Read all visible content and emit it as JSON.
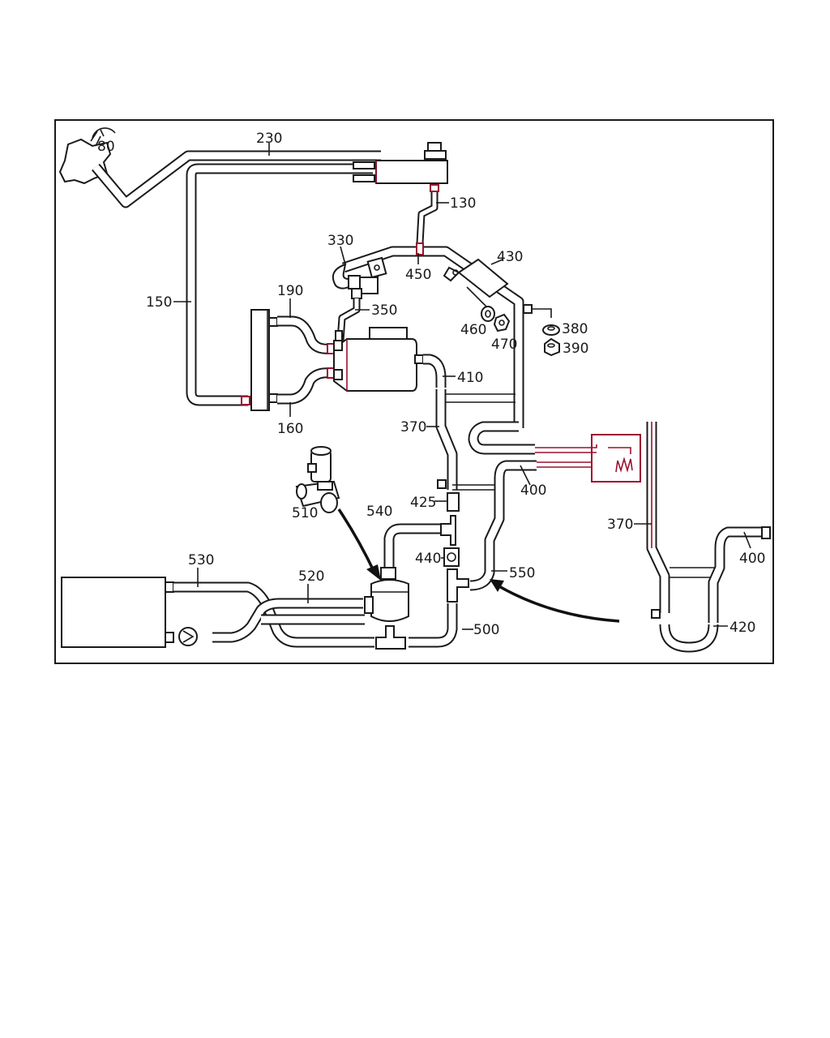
{
  "diagram": {
    "callouts": {
      "c80": "80",
      "c230": "230",
      "c130": "130",
      "c330": "330",
      "c450": "450",
      "c430": "430",
      "c150": "150",
      "c190": "190",
      "c350": "350",
      "c380": "380",
      "c460": "460",
      "c470": "470",
      "c390": "390",
      "c410": "410",
      "c160": "160",
      "c370a": "370",
      "c400a": "400",
      "c510": "510",
      "c540": "540",
      "c425": "425",
      "c370b": "370",
      "c440": "440",
      "c400b": "400",
      "c530": "530",
      "c520": "520",
      "c550": "550",
      "c420": "420",
      "c500": "500"
    }
  }
}
